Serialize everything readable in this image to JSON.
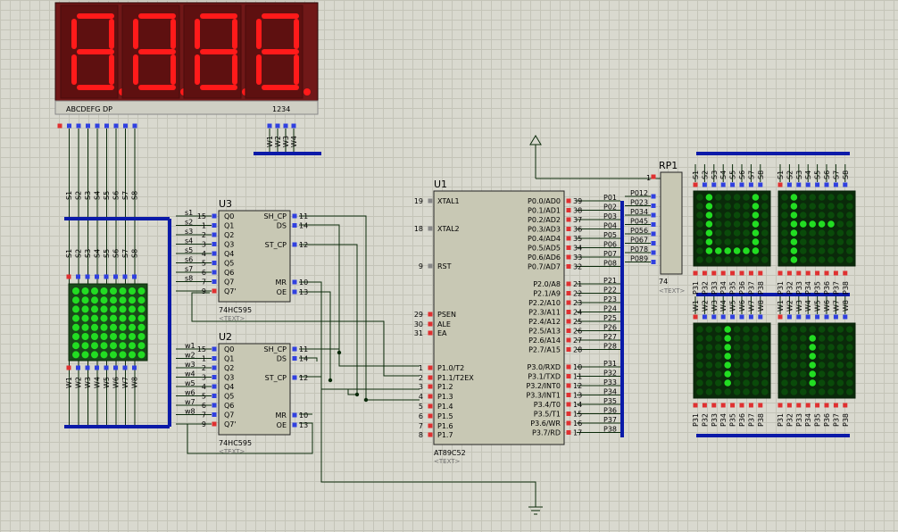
{
  "display": {
    "digit_glyph": "8",
    "segment_labels": "ABCDEFG  DP",
    "digit_labels": "1234"
  },
  "u3": {
    "ref": "U3",
    "part": "74HC595",
    "text": "<TEXT>",
    "left_pins": [
      "Q0",
      "Q1",
      "Q2",
      "Q3",
      "Q4",
      "Q5",
      "Q6",
      "Q7",
      "Q7'"
    ],
    "left_nums": [
      "15",
      "1",
      "2",
      "3",
      "4",
      "5",
      "6",
      "7",
      "9"
    ],
    "right_pins": [
      "SH_CP",
      "DS",
      "ST_CP",
      "MR",
      "OE"
    ],
    "right_nums": [
      "11",
      "14",
      "12",
      "10",
      "13"
    ],
    "nets": [
      "s1",
      "s2",
      "s3",
      "s4",
      "s5",
      "s6",
      "s7",
      "s8"
    ]
  },
  "u2": {
    "ref": "U2",
    "part": "74HC595",
    "text": "<TEXT>",
    "left_pins": [
      "Q0",
      "Q1",
      "Q2",
      "Q3",
      "Q4",
      "Q5",
      "Q6",
      "Q7",
      "Q7'"
    ],
    "left_nums": [
      "15",
      "1",
      "2",
      "3",
      "4",
      "5",
      "6",
      "7",
      "9"
    ],
    "right_pins": [
      "SH_CP",
      "DS",
      "ST_CP",
      "MR",
      "OE"
    ],
    "right_nums": [
      "11",
      "14",
      "12",
      "10",
      "13"
    ],
    "nets": [
      "w1",
      "w2",
      "w3",
      "w4",
      "w5",
      "w6",
      "w7",
      "w8"
    ]
  },
  "u1": {
    "ref": "U1",
    "part": "AT89C52",
    "text": "<TEXT>",
    "left_pins": [
      "XTAL1",
      "XTAL2",
      "RST",
      "PSEN",
      "ALE",
      "EA",
      "P1.0/T2",
      "P1.1/T2EX",
      "P1.2",
      "P1.3",
      "P1.4",
      "P1.5",
      "P1.6",
      "P1.7"
    ],
    "left_nums": [
      "19",
      "18",
      "9",
      "29",
      "30",
      "31",
      "1",
      "2",
      "3",
      "4",
      "5",
      "6",
      "7",
      "8"
    ],
    "right_p0": [
      "P0.0/AD0",
      "P0.1/AD1",
      "P0.2/AD2",
      "P0.3/AD3",
      "P0.4/AD4",
      "P0.5/AD5",
      "P0.6/AD6",
      "P0.7/AD7"
    ],
    "right_p0_nums": [
      "39",
      "38",
      "37",
      "36",
      "35",
      "34",
      "33",
      "32"
    ],
    "right_p2": [
      "P2.0/A8",
      "P2.1/A9",
      "P2.2/A10",
      "P2.3/A11",
      "P2.4/A12",
      "P2.5/A13",
      "P2.6/A14",
      "P2.7/A15"
    ],
    "right_p2_nums": [
      "21",
      "22",
      "23",
      "24",
      "25",
      "26",
      "27",
      "28"
    ],
    "right_p3": [
      "P3.0/RXD",
      "P3.1/TXD",
      "P3.2/INT0",
      "P3.3/INT1",
      "P3.4/T0",
      "P3.5/T1",
      "P3.6/WR",
      "P3.7/RD"
    ],
    "right_p3_nums": [
      "10",
      "11",
      "12",
      "13",
      "14",
      "15",
      "16",
      "17"
    ],
    "p0_nets": [
      "P01",
      "P02",
      "P03",
      "P04",
      "P05",
      "P06",
      "P07",
      "P08"
    ],
    "p2_nets": [
      "P21",
      "P22",
      "P23",
      "P24",
      "P25",
      "P26",
      "P27",
      "P28"
    ],
    "p3_nets": [
      "P31",
      "P32",
      "P33",
      "P34",
      "P35",
      "P36",
      "P37",
      "P38"
    ]
  },
  "rp1": {
    "ref": "RP1",
    "value": "74",
    "text": "<TEXT>",
    "pin1": "1",
    "nets": [
      "P012",
      "P023",
      "P034",
      "P045",
      "P056",
      "P067",
      "P078",
      "P089"
    ]
  },
  "s_labels": [
    "S1",
    "S2",
    "S3",
    "S4",
    "S5",
    "S6",
    "S7",
    "S8"
  ],
  "w_labels": [
    "W1",
    "W2",
    "W3",
    "W4",
    "W5",
    "W6",
    "W7",
    "W8"
  ],
  "p_labels": [
    "P31",
    "P32",
    "P33",
    "P34",
    "P35",
    "P36",
    "P37",
    "P38"
  ],
  "colors": {
    "segment_on": "#ff1a1a",
    "display_bg": "#701818",
    "chip_fill": "#c8c8b4",
    "led_on": "#22dd22",
    "led_off": "#0a4a0a",
    "bus": "#0a1aa8",
    "wire": "#0a2a0a",
    "pin_red": "#e03030",
    "pin_blue": "#3040e0"
  }
}
